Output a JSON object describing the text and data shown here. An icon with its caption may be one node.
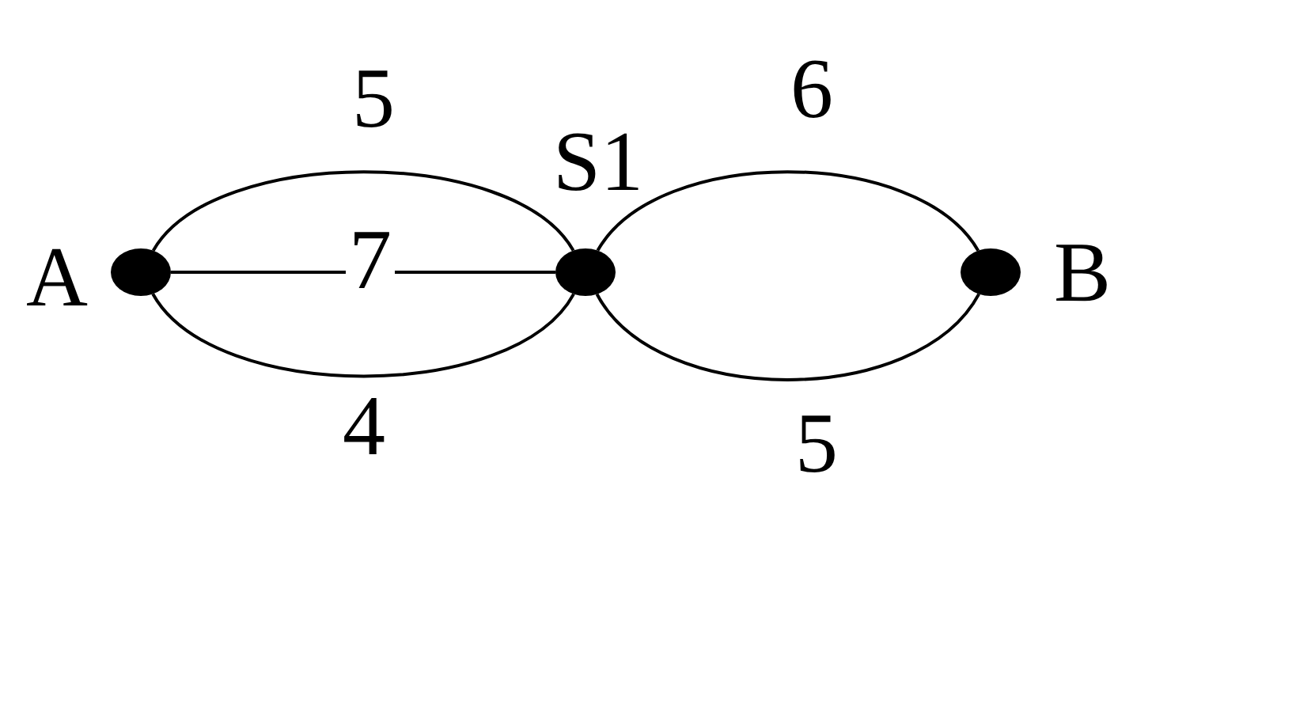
{
  "diagram": {
    "nodes": [
      {
        "text": [],
        "shape": "circle",
        "beside": [
          "A"
        ]
      },
      {
        "text": [],
        "shape": "circle",
        "beside": [
          "S1"
        ]
      },
      {
        "text": [],
        "shape": "circle",
        "beside": [
          "B"
        ]
      }
    ],
    "edges": [
      {
        "from": 0,
        "to": 1,
        "arrow": "none",
        "label": "5"
      },
      {
        "from": 0,
        "to": 1,
        "arrow": "none",
        "label": "7"
      },
      {
        "from": 0,
        "to": 1,
        "arrow": "none",
        "label": "4"
      },
      {
        "from": 1,
        "to": 2,
        "arrow": "none",
        "label": "6"
      },
      {
        "from": 1,
        "to": 2,
        "arrow": "none",
        "label": "5"
      }
    ]
  }
}
